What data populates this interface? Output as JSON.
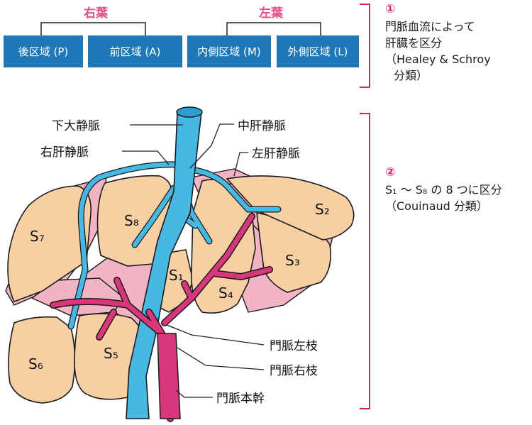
{
  "colors": {
    "lobe_title": "#e0508a",
    "segment_box": "#1e78b8",
    "bracket": "#d6206e",
    "liver": "#f6cfa3",
    "liver_outline": "#1a1a1a",
    "liver_shade": "#f2b3c4",
    "hepatic_vein": "#45b8e3",
    "portal_vein": "#d9377c",
    "label_line": "#222222"
  },
  "classification_1": {
    "right_lobe": "右葉",
    "left_lobe": "左葉",
    "segments": [
      {
        "label": "後区域 (P)"
      },
      {
        "label": "前区域 (A)"
      },
      {
        "label": "内側区域 (M)"
      },
      {
        "label": "外側区域 (L)"
      }
    ]
  },
  "notes": {
    "note1_number": "①",
    "note1_lines": [
      "門脈血流によって",
      "肝臓を区分",
      "（Healey & Schroy",
      "分類）"
    ],
    "note2_number": "②",
    "note2_lines": [
      "S₁ 〜 S₈ の 8 つに区分",
      "（Couinaud 分類）"
    ]
  },
  "vessel_labels": {
    "ivc": "下大静脈",
    "right_hepatic_vein": "右肝静脈",
    "middle_hepatic_vein": "中肝静脈",
    "left_hepatic_vein": "左肝静脈",
    "portal_left_branch": "門脈左枝",
    "portal_right_branch": "門脈右枝",
    "portal_main_trunk": "門脈本幹"
  },
  "segment_labels": {
    "s1": "S₁",
    "s2": "S₂",
    "s3": "S₃",
    "s4": "S₄",
    "s5": "S₅",
    "s6": "S₆",
    "s7": "S₇",
    "s8": "S₈"
  }
}
